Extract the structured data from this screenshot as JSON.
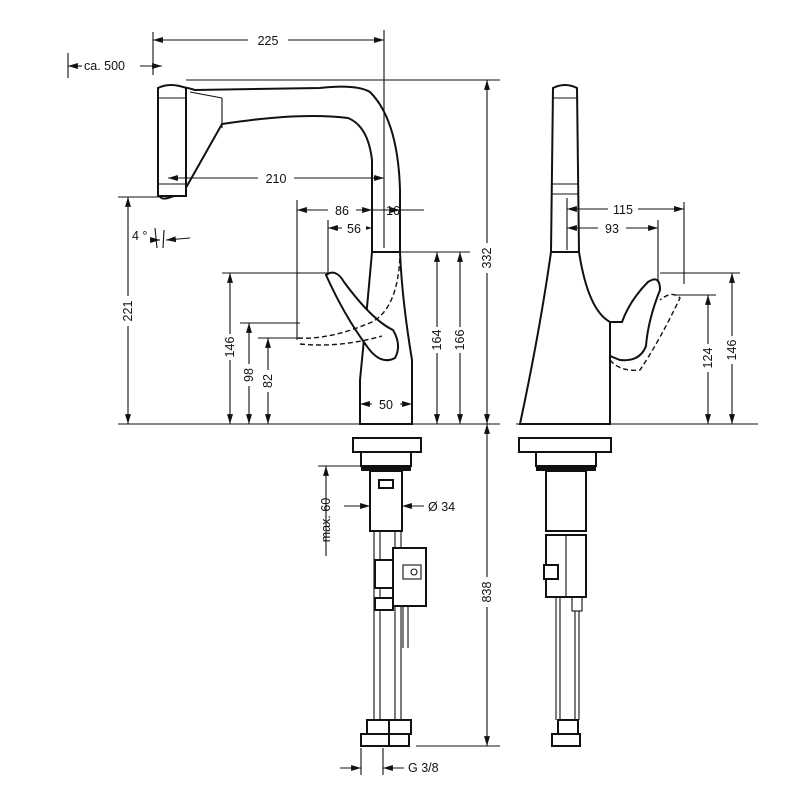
{
  "drawing": {
    "dimensions": {
      "d225": "225",
      "d500": "ca. 500",
      "d210": "210",
      "d86": "86",
      "d16": "16",
      "d56": "56",
      "d4": "4 °",
      "d221": "221",
      "d146": "146",
      "d98": "98",
      "d82": "82",
      "d164": "164",
      "d166": "166",
      "d332": "332",
      "d50": "50",
      "dmax60": "max. 60",
      "d34": "Ø 34",
      "d838": "838",
      "dg38": "G 3/8",
      "s115": "115",
      "s93": "93",
      "s124": "124",
      "s146": "146"
    }
  }
}
